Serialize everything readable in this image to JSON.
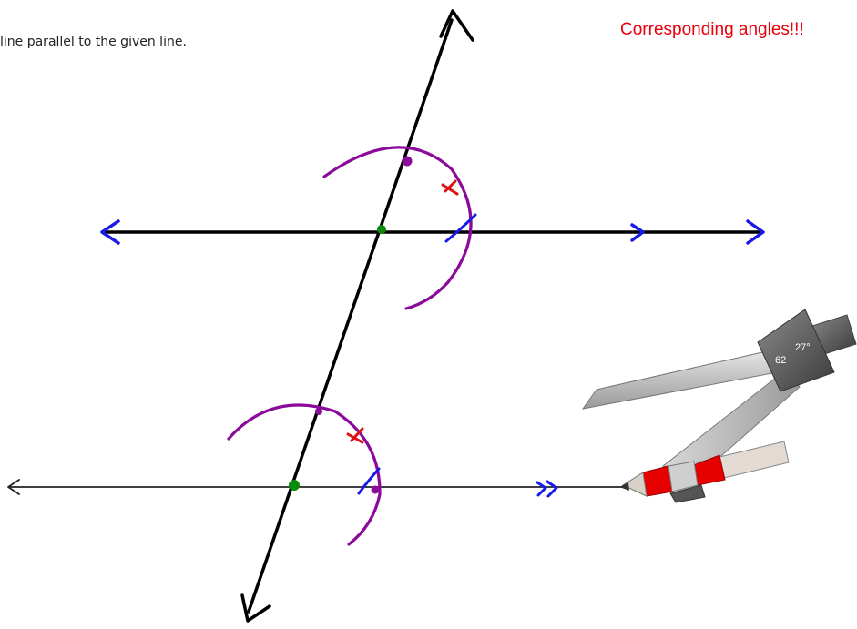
{
  "instruction_text": "line parallel to the given line.",
  "headline_text": "Corresponding angles!!!",
  "compass": {
    "angle_number": "62",
    "angle_degrees": "27°"
  },
  "colors": {
    "line": "#000000",
    "given_line": "#222222",
    "arc": "#8b0a9a",
    "arrow": "#1a1ae6",
    "tick": "#e01010",
    "vertex_dot": "#0a8a0a",
    "headline": "#e8000b"
  }
}
